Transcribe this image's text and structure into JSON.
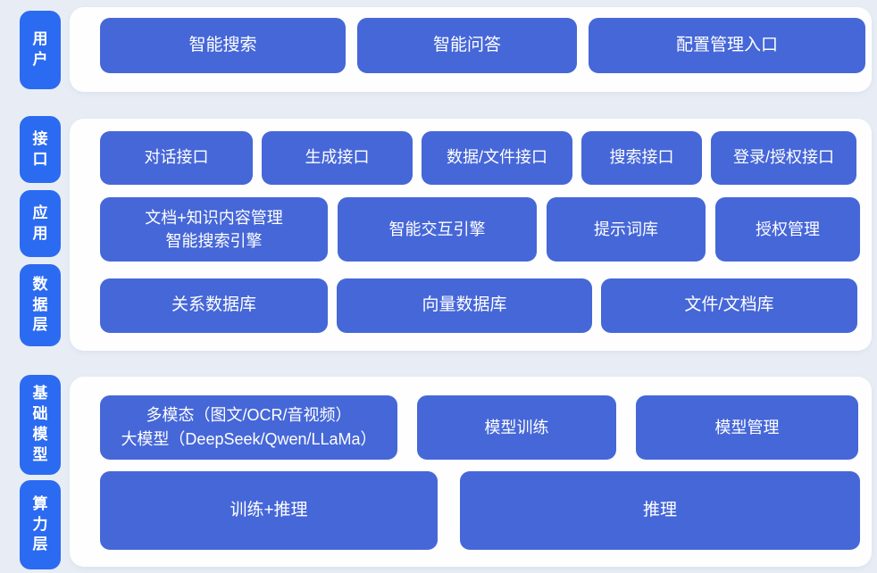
{
  "colors": {
    "page_bg": "#e8edf5",
    "panel_bg": "#fefefe",
    "side_label_blue": "#2b6bf1",
    "box_blue": "#4667d8",
    "text_white": "#ffffff"
  },
  "side_labels": [
    {
      "text": "用户"
    },
    {
      "text": "接口"
    },
    {
      "text": "应用"
    },
    {
      "text": "数据层"
    },
    {
      "text": "基础模型"
    },
    {
      "text": "算力层"
    }
  ],
  "panels": [
    {
      "rows": [
        {
          "boxes": [
            {
              "label": "智能搜索"
            },
            {
              "label": "智能问答"
            },
            {
              "label": "配置管理入口"
            }
          ]
        }
      ]
    },
    {
      "rows": [
        {
          "boxes": [
            {
              "label": "对话接口"
            },
            {
              "label": "生成接口"
            },
            {
              "label": "数据/文件接口"
            },
            {
              "label": "搜索接口"
            },
            {
              "label": "登录/授权接口"
            }
          ]
        },
        {
          "boxes": [
            {
              "label": "文档+知识内容管理",
              "label2": "智能搜索引擎"
            },
            {
              "label": "智能交互引擎"
            },
            {
              "label": "提示词库"
            },
            {
              "label": "授权管理"
            }
          ]
        },
        {
          "boxes": [
            {
              "label": "关系数据库"
            },
            {
              "label": "向量数据库"
            },
            {
              "label": "文件/文档库"
            }
          ]
        }
      ]
    },
    {
      "rows": [
        {
          "boxes": [
            {
              "label": "多模态（图文/OCR/音视频）",
              "label2": "大模型（DeepSeek/Qwen/LLaMa）"
            },
            {
              "label": "模型训练"
            },
            {
              "label": "模型管理"
            }
          ]
        },
        {
          "boxes": [
            {
              "label": "训练+推理"
            },
            {
              "label": "推理"
            }
          ]
        }
      ]
    }
  ]
}
